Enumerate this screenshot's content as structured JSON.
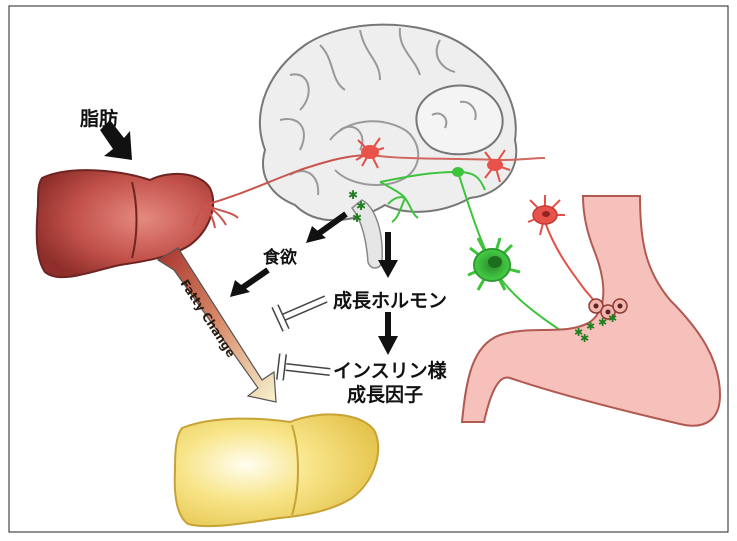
{
  "labels": {
    "fat": "脂肪",
    "appetite": "食欲",
    "growth_hormone": "成長ホルモン",
    "igf_line1": "インスリン様",
    "igf_line2": "成長因子",
    "fatty_change": "Fatty Change"
  },
  "colors": {
    "liver_red": "#b8453d",
    "liver_yellow": "#f3dc70",
    "stomach": "#f6c1bb",
    "neuron_red": "#e8524a",
    "neuron_green": "#3ec43c",
    "brain": "#eeeeee",
    "arrow": "#111111"
  }
}
